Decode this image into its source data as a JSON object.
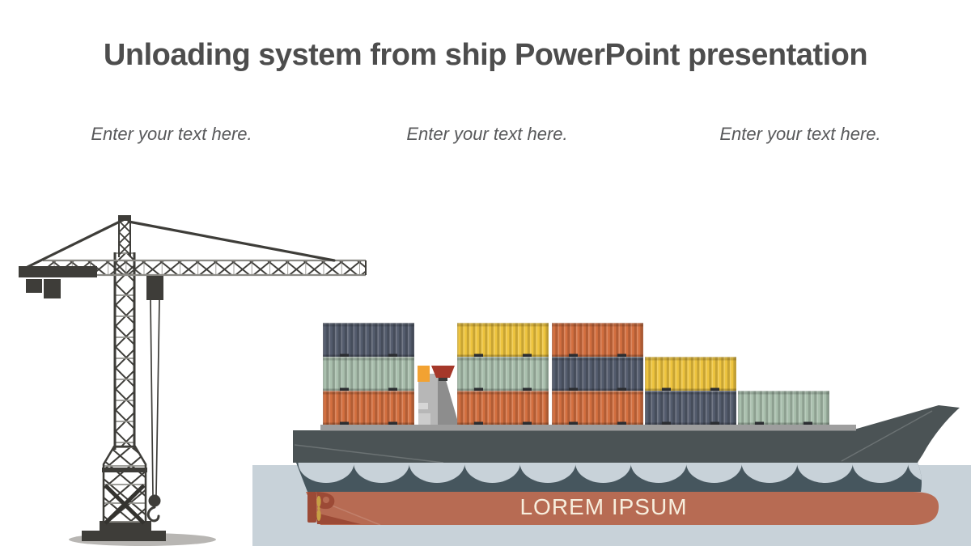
{
  "slide": {
    "title": "Unloading system from ship PowerPoint presentation",
    "placeholders": [
      {
        "label": "Enter your text here."
      },
      {
        "label": "Enter your text here."
      },
      {
        "label": "Enter your text here."
      }
    ],
    "ship_label": "LOREM IPSUM"
  },
  "illustration": {
    "left_figure": "tower-crane",
    "right_figure": "container-cargo-ship",
    "container_stacks_top_to_bottom": [
      [
        "navy",
        "sage",
        "orange"
      ],
      [
        "yellow",
        "sage",
        "orange"
      ],
      [
        "orange",
        "navy",
        "orange"
      ],
      [
        "yellow",
        "navy"
      ],
      [
        "sage"
      ]
    ]
  },
  "colors": {
    "title_text": "#4d4d4d",
    "placeholder_text": "#58595b",
    "water": "#c8d2d9",
    "hull_dark": "#4b5355",
    "hull_submerged": "#46565e",
    "hull_bottom_red": "#b76b53",
    "rudder_red": "#9c4a36",
    "propeller_gold": "#c7a045",
    "deck_gray": "#9e9e9e",
    "container_navy": "#545c6d",
    "container_sage": "#a9bfad",
    "container_orange": "#d36f3f",
    "container_yellow": "#eec43e",
    "superstructure_gray": "#b7b7b7",
    "superstructure_orange": "#f2a232",
    "funnel_red": "#a5382a",
    "crane_dark": "#3e3d39",
    "crane_light": "#93928d",
    "ground_shadow": "#b8b6b3",
    "ship_label_text": "#f7eedd"
  }
}
